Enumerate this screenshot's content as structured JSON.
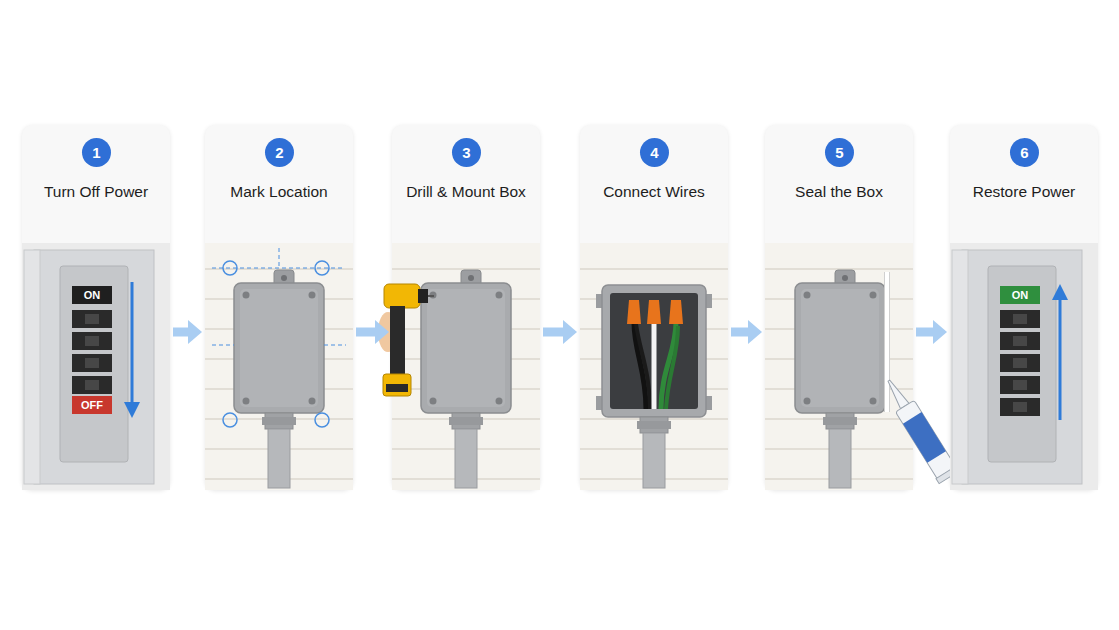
{
  "diagram": {
    "nodes": [
      {
        "text": [
          "Turn Off Power"
        ]
      },
      {
        "text": [
          "1"
        ],
        "in": 0
      },
      {
        "text": [
          "Mark Location"
        ]
      },
      {
        "text": [
          "2"
        ],
        "in": 2
      },
      {
        "text": [
          "Drill & Mount Box"
        ]
      },
      {
        "text": [
          "3"
        ],
        "in": 4
      },
      {
        "text": [
          "Connect Wires"
        ]
      },
      {
        "text": [
          "4"
        ],
        "in": 6
      },
      {
        "text": [
          "Seal the Box"
        ]
      },
      {
        "text": [
          "5"
        ],
        "in": 8
      },
      {
        "text": [
          "Restore Power"
        ]
      },
      {
        "text": [
          "6"
        ],
        "in": 10
      }
    ],
    "edges": [
      {
        "from": 0,
        "to": 2,
        "arrow": "to"
      },
      {
        "from": 2,
        "to": 4,
        "arrow": "to"
      },
      {
        "from": 4,
        "to": 6,
        "arrow": "to"
      },
      {
        "from": 6,
        "to": 8,
        "arrow": "to"
      },
      {
        "from": 8,
        "to": 10,
        "arrow": "to"
      }
    ],
    "labels": [
      "ON",
      "OFF",
      "ON"
    ]
  }
}
